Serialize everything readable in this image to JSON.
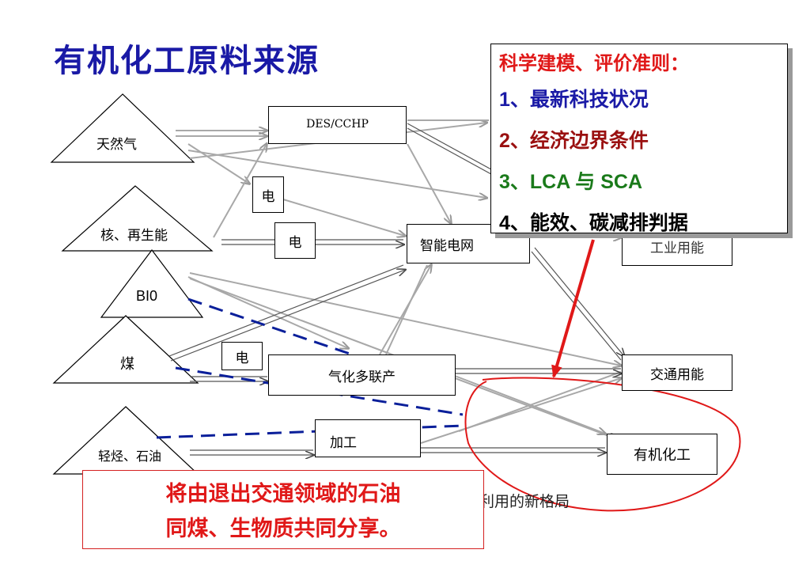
{
  "title": "有机化工原料来源",
  "sources": {
    "natural_gas": "天然气",
    "nuclear_renewable": "核、再生能",
    "bio": "BI0",
    "coal": "煤",
    "light_oil": "轻烃、石油"
  },
  "process_boxes": {
    "des_cchp": "DES/CCHP",
    "electricity_1": "电",
    "electricity_2": "电",
    "electricity_3": "电",
    "smart_grid": "智能电网",
    "gasification": "气化多联产",
    "processing": "加工"
  },
  "end_uses": {
    "industrial": "工业用能",
    "transport": "交通用能",
    "organic_chem": "有机化工"
  },
  "criteria": {
    "header": "科学建模、评价准则：",
    "items": [
      {
        "num": "1",
        "text": "、最新科技状况"
      },
      {
        "num": "2",
        "text": "、经济边界条件"
      },
      {
        "num": "3",
        "text": "、LCA 与 SCA"
      },
      {
        "num": "4",
        "text": "、能效、碳减排判据"
      }
    ]
  },
  "note": {
    "line1": "将由退出交通领域的石油",
    "line2": "同煤、生物质共同分享。"
  },
  "caption": "利用的新格局",
  "colors": {
    "title": "#1a1aa6",
    "header": "#e01818",
    "item1": "#1a1aa6",
    "item2": "#9a1010",
    "item3": "#1a7a1a",
    "item4": "#000000",
    "note": "#e01818",
    "dashed": "#0a1f9a",
    "highlight": "#e01818"
  }
}
